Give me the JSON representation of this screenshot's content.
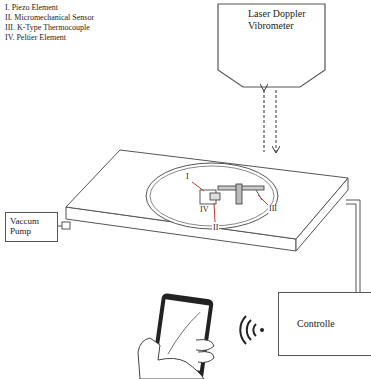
{
  "diagram": {
    "nodes": [
      {
        "text": [
          "Laser Doppler Vibrometer"
        ]
      },
      {
        "text": [
          "Vaccum Pump"
        ]
      },
      {
        "text": [
          "Controlle"
        ]
      }
    ],
    "labels": [
      "I. Piezo Element",
      "II. Micromechanical Sensor",
      "III. K-Type Thermocouple",
      "IV. Peltier Element",
      "I",
      "IV",
      "II",
      "III"
    ]
  }
}
